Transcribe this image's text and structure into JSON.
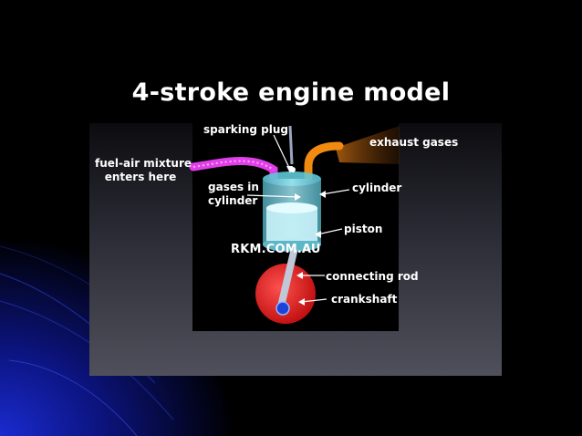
{
  "title": "4-stroke engine model",
  "watermark": "RKM.COM.AU",
  "labels": {
    "sparking_plug": "sparking plug",
    "exhaust_gases": "exhaust gases",
    "fuel_air_line1": "fuel-air mixture",
    "fuel_air_line2": "enters here",
    "gases_line1": "gases in",
    "gases_line2": "cylinder",
    "cylinder": "cylinder",
    "piston": "piston",
    "connecting_rod": "connecting rod",
    "crankshaft": "crankshaft"
  },
  "colors": {
    "intake_pipe": "#e040e8",
    "exhaust_pipe": "#f08a10",
    "cylinder": "#7fd6e6",
    "crank": "#e01818",
    "crank_pin": "#1a44d8",
    "blue_glow": "#1a2bd0"
  },
  "icons": [
    "engine-diagram"
  ]
}
